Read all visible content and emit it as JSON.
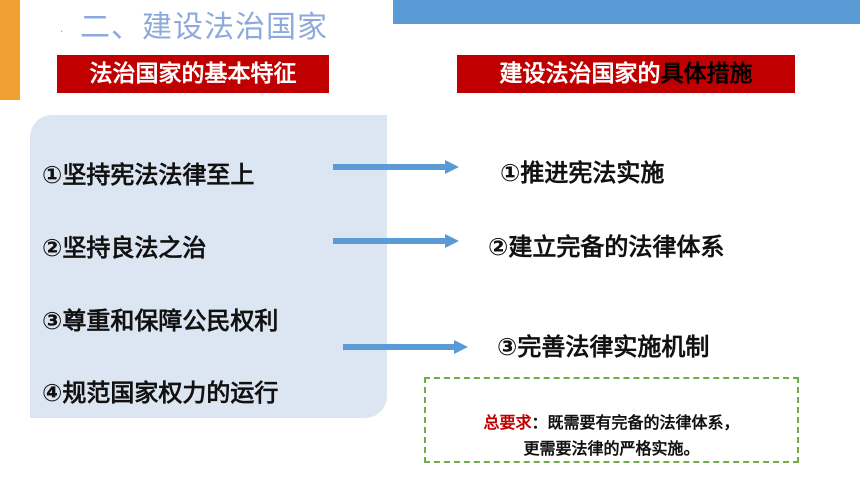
{
  "header": {
    "title": "二、建设法治国家",
    "dot": "."
  },
  "tags": {
    "left": "法治国家的基本特征",
    "right_plain": "建设法治国家的",
    "right_emph": "具体措施"
  },
  "features": [
    "①坚持宪法法律至上",
    "②坚持良法之治",
    "③尊重和保障公民权利",
    "④规范国家权力的运行"
  ],
  "measures": [
    "①推进宪法实施",
    "②建立完备的法律体系",
    "③完善法律实施机制"
  ],
  "requirement": {
    "label": "总要求",
    "line1": "：既需要有完备的法律体系，",
    "line2": "更需要法律的严格实施。"
  },
  "colors": {
    "accent_red": "#C00000",
    "accent_blue": "#5B9BD5",
    "accent_orange": "#F0A030",
    "panel_bg": "#DCE6F2",
    "dashed_green": "#70AD47"
  },
  "icons": [
    "arrow-right-icon"
  ]
}
